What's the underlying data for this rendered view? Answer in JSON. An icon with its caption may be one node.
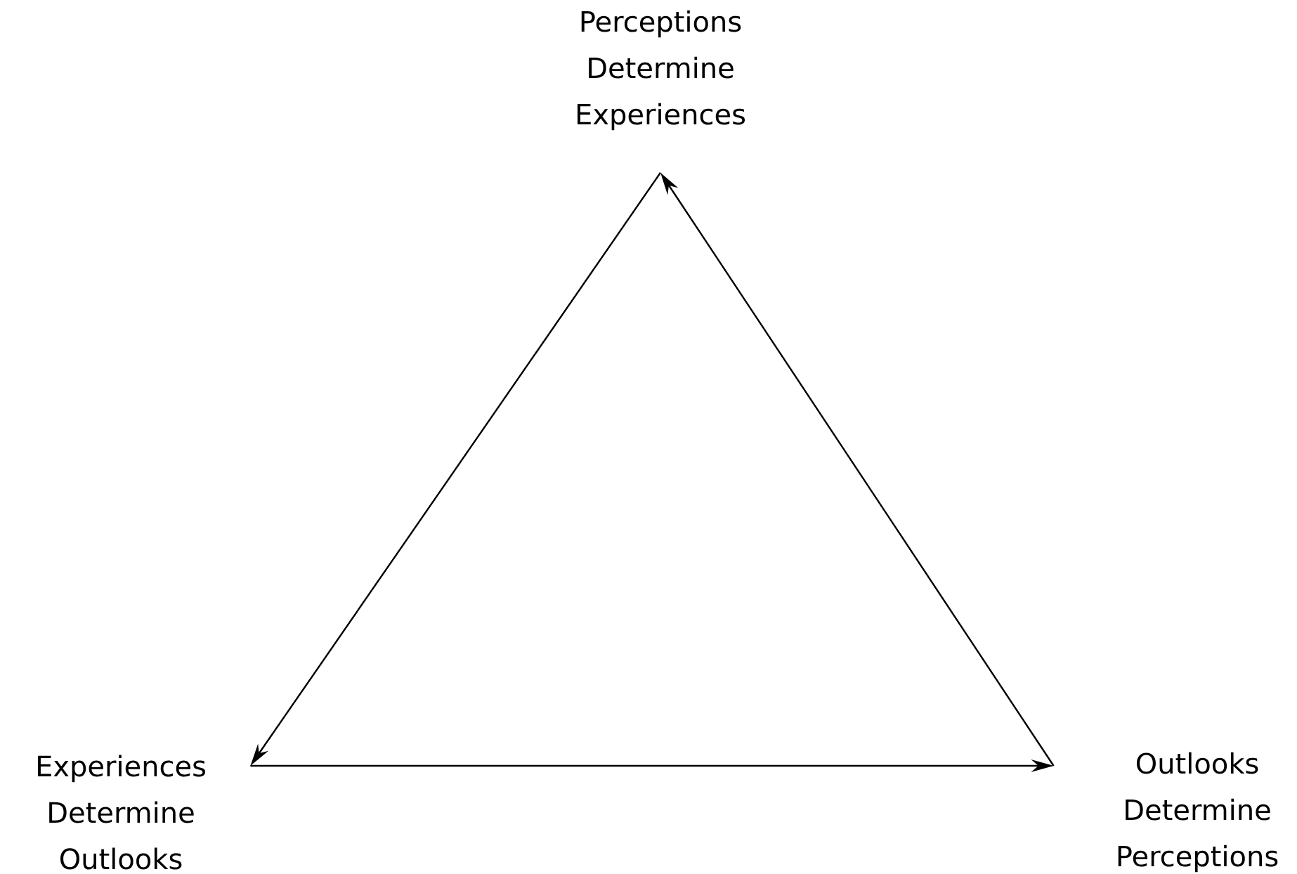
{
  "diagram": {
    "nodes": [
      {
        "text": [
          "Perceptions Determine Experiences"
        ]
      },
      {
        "text": [
          "Experiences Determine Outlooks"
        ]
      },
      {
        "text": [
          "Outlooks Determine Perceptions"
        ]
      }
    ],
    "edges": [
      {
        "from": 0,
        "to": 1,
        "arrow": "to"
      },
      {
        "from": 1,
        "to": 2,
        "arrow": "to"
      },
      {
        "from": 2,
        "to": 0,
        "arrow": "to"
      }
    ]
  }
}
